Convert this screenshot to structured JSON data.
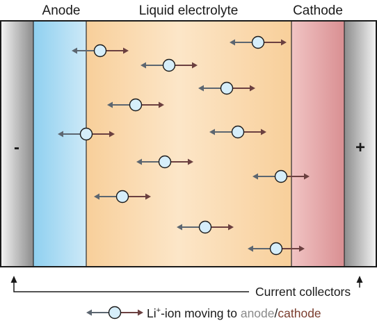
{
  "labels": {
    "anode": "Anode",
    "electrolyte": "Liquid electrolyte",
    "cathode": "Cathode",
    "negative": "-",
    "positive": "+",
    "current_collectors": "Current collectors"
  },
  "legend": {
    "prefix": "Li",
    "superscript": "+",
    "suffix": "-ion moving to ",
    "anode_word": "anode",
    "separator": "/",
    "cathode_word": "cathode"
  },
  "colors": {
    "arrow_left": "#5c6670",
    "arrow_right": "#6b4040",
    "ion_fill": "#d6eefa",
    "anode_word": "#8a8a8a",
    "cathode_word": "#7a3d2e"
  }
}
